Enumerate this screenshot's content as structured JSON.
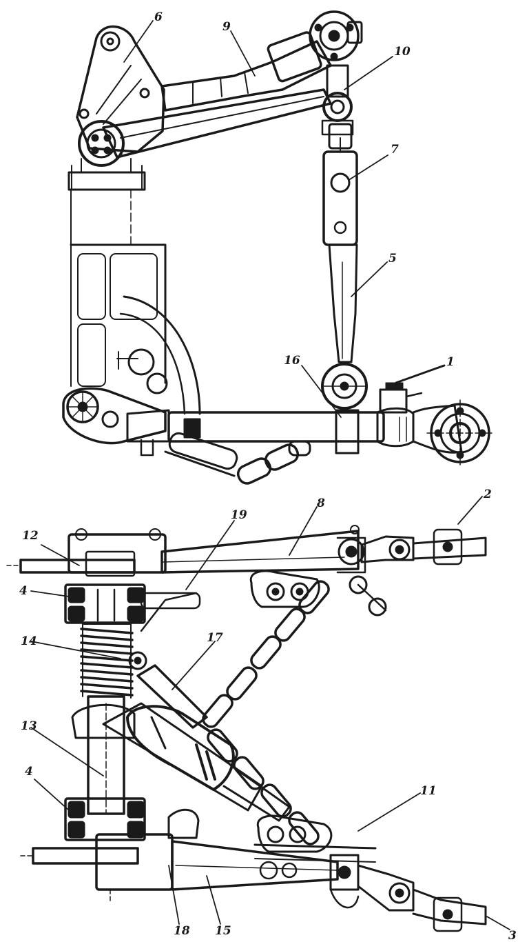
{
  "drawing": {
    "colors": {
      "ink": "#1a1a1a",
      "paper": "#ffffff",
      "shade": "#555555"
    },
    "callouts": [
      {
        "id": "1",
        "label": "1"
      },
      {
        "id": "2",
        "label": "2"
      },
      {
        "id": "3",
        "label": "3"
      },
      {
        "id": "4a",
        "label": "4"
      },
      {
        "id": "4b",
        "label": "4"
      },
      {
        "id": "5",
        "label": "5"
      },
      {
        "id": "6",
        "label": "6"
      },
      {
        "id": "7",
        "label": "7"
      },
      {
        "id": "8",
        "label": "8"
      },
      {
        "id": "9",
        "label": "9"
      },
      {
        "id": "10",
        "label": "10"
      },
      {
        "id": "11",
        "label": "11"
      },
      {
        "id": "12",
        "label": "12"
      },
      {
        "id": "13",
        "label": "13"
      },
      {
        "id": "14",
        "label": "14"
      },
      {
        "id": "15",
        "label": "15"
      },
      {
        "id": "16",
        "label": "16"
      },
      {
        "id": "17",
        "label": "17"
      },
      {
        "id": "18",
        "label": "18"
      },
      {
        "id": "19",
        "label": "19"
      }
    ]
  }
}
